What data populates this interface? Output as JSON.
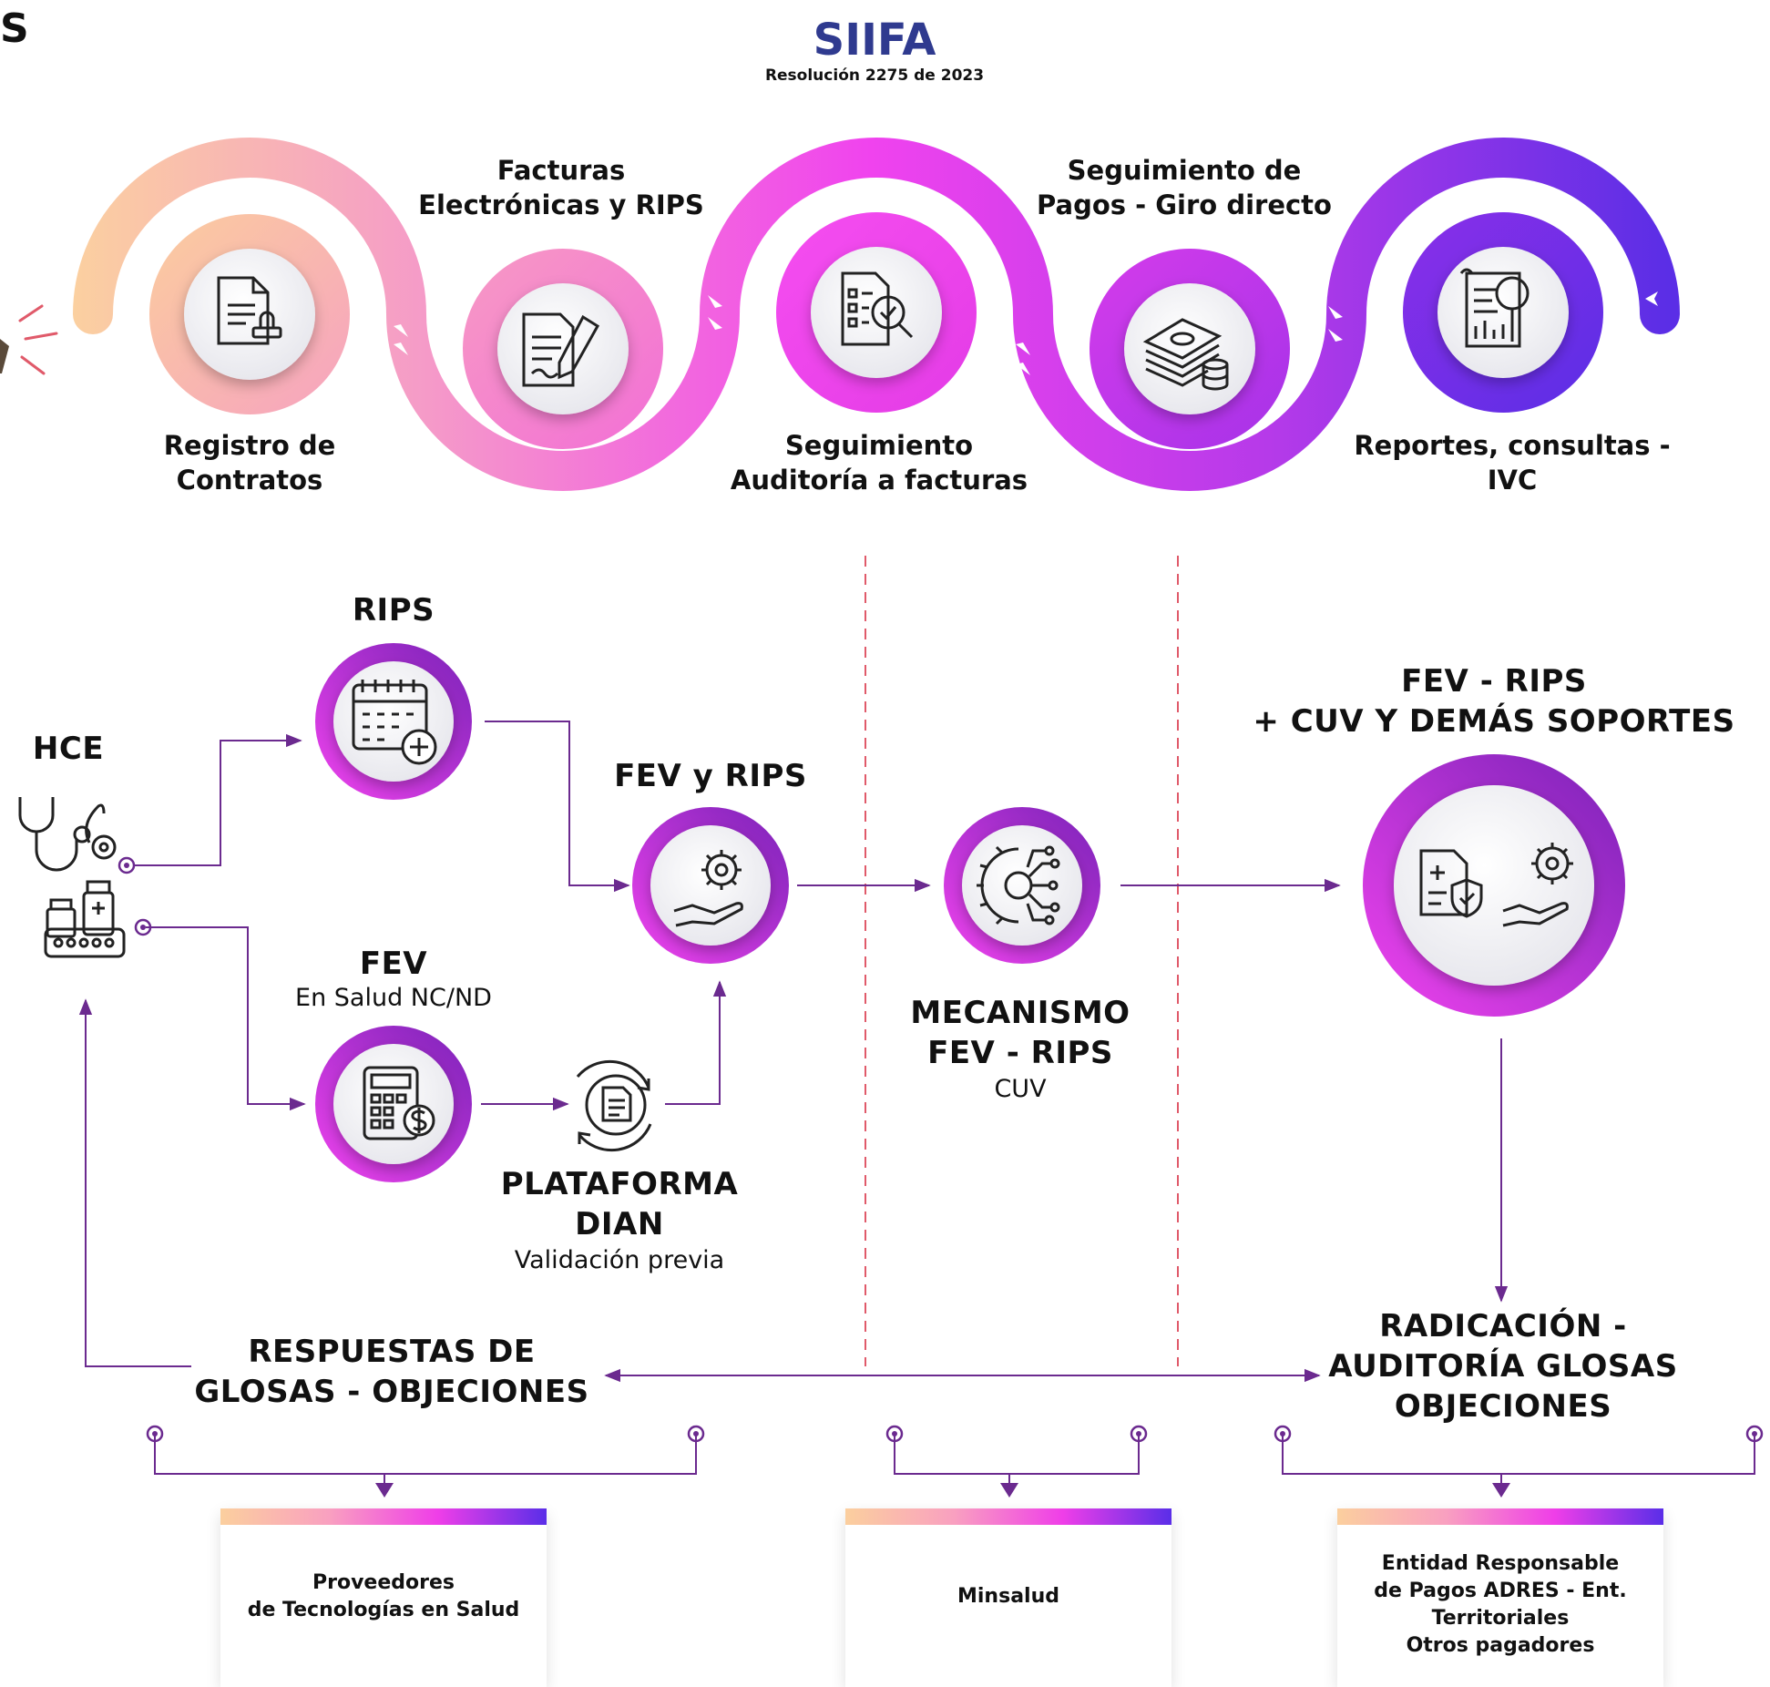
{
  "header": {
    "corner_letter": "S",
    "title": "SIIFA",
    "subtitle": "Resolución 2275 de 2023",
    "title_color": "#2f3a8f"
  },
  "timeline": {
    "steps": [
      {
        "label": "Registro de\nContratos",
        "icon": "contract-stamp-icon"
      },
      {
        "label": "Facturas\nElectrónicas y RIPS",
        "icon": "document-signing-icon"
      },
      {
        "label": "Seguimiento\nAuditoría a facturas",
        "icon": "audit-magnifier-icon"
      },
      {
        "label": "Seguimiento de\nPagos - Giro directo",
        "icon": "money-stack-icon"
      },
      {
        "label": "Reportes, consultas -\nIVC",
        "icon": "report-search-icon"
      }
    ]
  },
  "flow": {
    "hce": {
      "title": "HCE",
      "icon": "stethoscope-medicine-icon"
    },
    "rips": {
      "title": "RIPS",
      "icon": "calendar-medical-icon"
    },
    "fev": {
      "title": "FEV",
      "subtitle": "En Salud NC/ND",
      "icon": "calculator-dollar-icon"
    },
    "fev_rips": {
      "title": "FEV y RIPS",
      "icon": "gear-hand-icon"
    },
    "plataforma": {
      "title_line1": "PLATAFORMA",
      "title_line2": "DIAN",
      "subtitle": "Validación previa",
      "icon": "document-cycle-icon"
    },
    "mecanismo": {
      "title_line1": "MECANISMO",
      "title_line2": "FEV - RIPS",
      "subtitle": "CUV",
      "icon": "gear-circuit-icon"
    },
    "soportes": {
      "title_line1": "FEV - RIPS",
      "title_line2": "+   CUV Y DEMÁS SOPORTES",
      "icon": "medical-doc-shield-gear-icon"
    },
    "respuestas": {
      "title_line1": "RESPUESTAS DE",
      "title_line2": "GLOSAS - OBJECIONES"
    },
    "radicacion": {
      "title_line1": "RADICACIÓN -",
      "title_line2": "AUDITORÍA GLOSAS",
      "title_line3": "OBJECIONES"
    }
  },
  "cards": [
    {
      "text": "Proveedores\nde Tecnologías en Salud"
    },
    {
      "text": "Minsalud"
    },
    {
      "text": "Entidad Responsable\nde Pagos ADRES - Ent.\nTerritoriales\nOtros pagadores"
    }
  ],
  "colors": {
    "ribbon_start": "#fbd0a0",
    "ribbon_pink": "#f59bc8",
    "ribbon_magenta": "#f043ee",
    "ribbon_violet": "#5b2ee6",
    "connector": "#6b2a8f",
    "divider": "#e05a6a"
  }
}
